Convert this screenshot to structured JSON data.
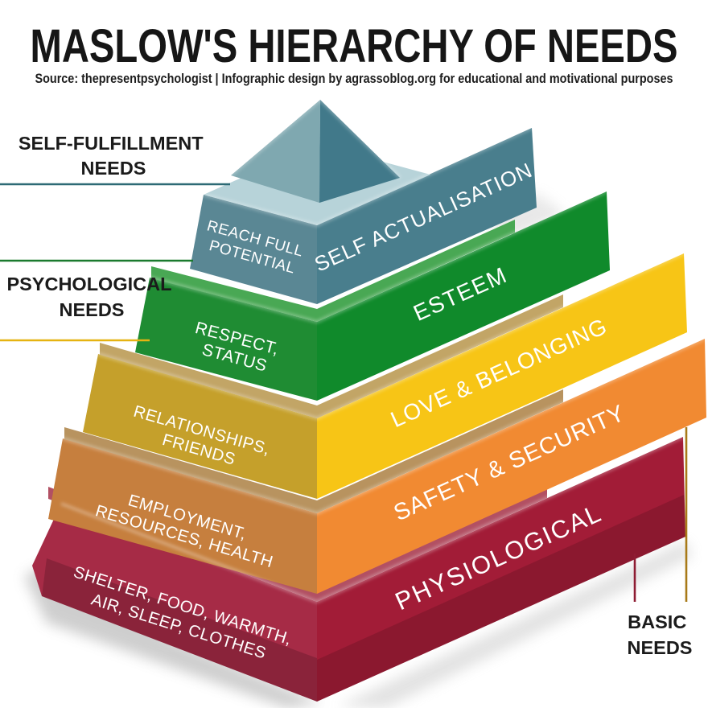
{
  "header": {
    "title": "MASLOW'S HIERARCHY OF NEEDS",
    "subtitle": "Source: thepresentpsychologist | Infographic design by agrassoblog.org for educational and motivational purposes"
  },
  "side_labels": {
    "self_fulfillment": {
      "line1": "SELF-FULFILLMENT",
      "line2": "NEEDS",
      "connector_color": "#2d6a75"
    },
    "psychological": {
      "line1": "PSYCHOLOGICAL",
      "line2": "NEEDS",
      "connector_color_top": "#1a7a2e",
      "connector_color_bottom": "#e6b312"
    },
    "basic": {
      "line1": "BASIC",
      "line2": "NEEDS",
      "connector_color_left": "#8e1c33",
      "connector_color_right": "#a87a18"
    }
  },
  "levels": [
    {
      "name": "self-actualisation",
      "banner_label": "SELF ACTUALISATION",
      "face_line1": "REACH FULL",
      "face_line2": "POTENTIAL",
      "face_color": "#5A8794",
      "banner_color": "#497E8D",
      "rim_color": "#B7D3D9"
    },
    {
      "name": "esteem",
      "banner_label": "ESTEEM",
      "face_line1": "RESPECT,",
      "face_line2": "STATUS",
      "face_color": "#1F8C33",
      "banner_color": "#108A2B",
      "rim_color": "#49A854"
    },
    {
      "name": "love-belonging",
      "banner_label": "LOVE & BELONGING",
      "face_line1": "RELATIONSHIPS,",
      "face_line2": "FRIENDS",
      "face_color": "#C5A02B",
      "banner_color": "#F7C516",
      "rim_color": "#C2A566"
    },
    {
      "name": "safety-security",
      "banner_label": "SAFETY & SECURITY",
      "face_line1": "EMPLOYMENT,",
      "face_line2": "RESOURCES, HEALTH",
      "face_color": "#C67F3E",
      "banner_color": "#F18A32",
      "rim_color": "#B8935F"
    },
    {
      "name": "physiological",
      "banner_label": "PHYSIOLOGICAL",
      "face_line1": "SHELTER, FOOD, WARMTH,",
      "face_line2": "AIR, SLEEP, CLOTHES",
      "face_color": "#A62B46",
      "banner_color": "#A21C37",
      "rim_color": "#B25063"
    }
  ],
  "cap": {
    "left_color": "#7FA8B0",
    "right_color": "#41798A"
  }
}
